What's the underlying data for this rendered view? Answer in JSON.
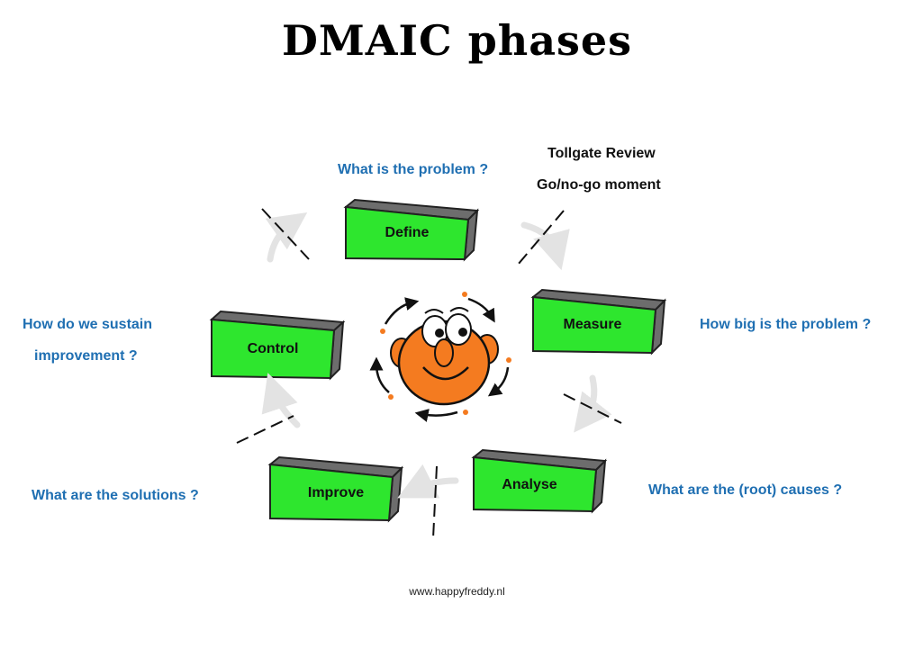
{
  "title": "DMAIC phases",
  "phases": {
    "define": "Define",
    "measure": "Measure",
    "analyse": "Analyse",
    "improve": "Improve",
    "control": "Control"
  },
  "questions": {
    "define": "What is the problem ?",
    "measure": "How big is the problem ?",
    "analyse": "What are the (root) causes ?",
    "improve": "What are the solutions ?",
    "control_line1": "How do we sustain",
    "control_line2": "improvement  ?"
  },
  "tollgate": {
    "line1": "Tollgate Review",
    "line2": "Go/no-go moment"
  },
  "footer": "www.happyfreddy.nl",
  "colors": {
    "box_green": "#2ee62e",
    "box_dark": "#6d6d6d",
    "question_blue": "#1f6fb2",
    "face_orange": "#f47b20",
    "arrow_gray": "#e6e6e6"
  }
}
